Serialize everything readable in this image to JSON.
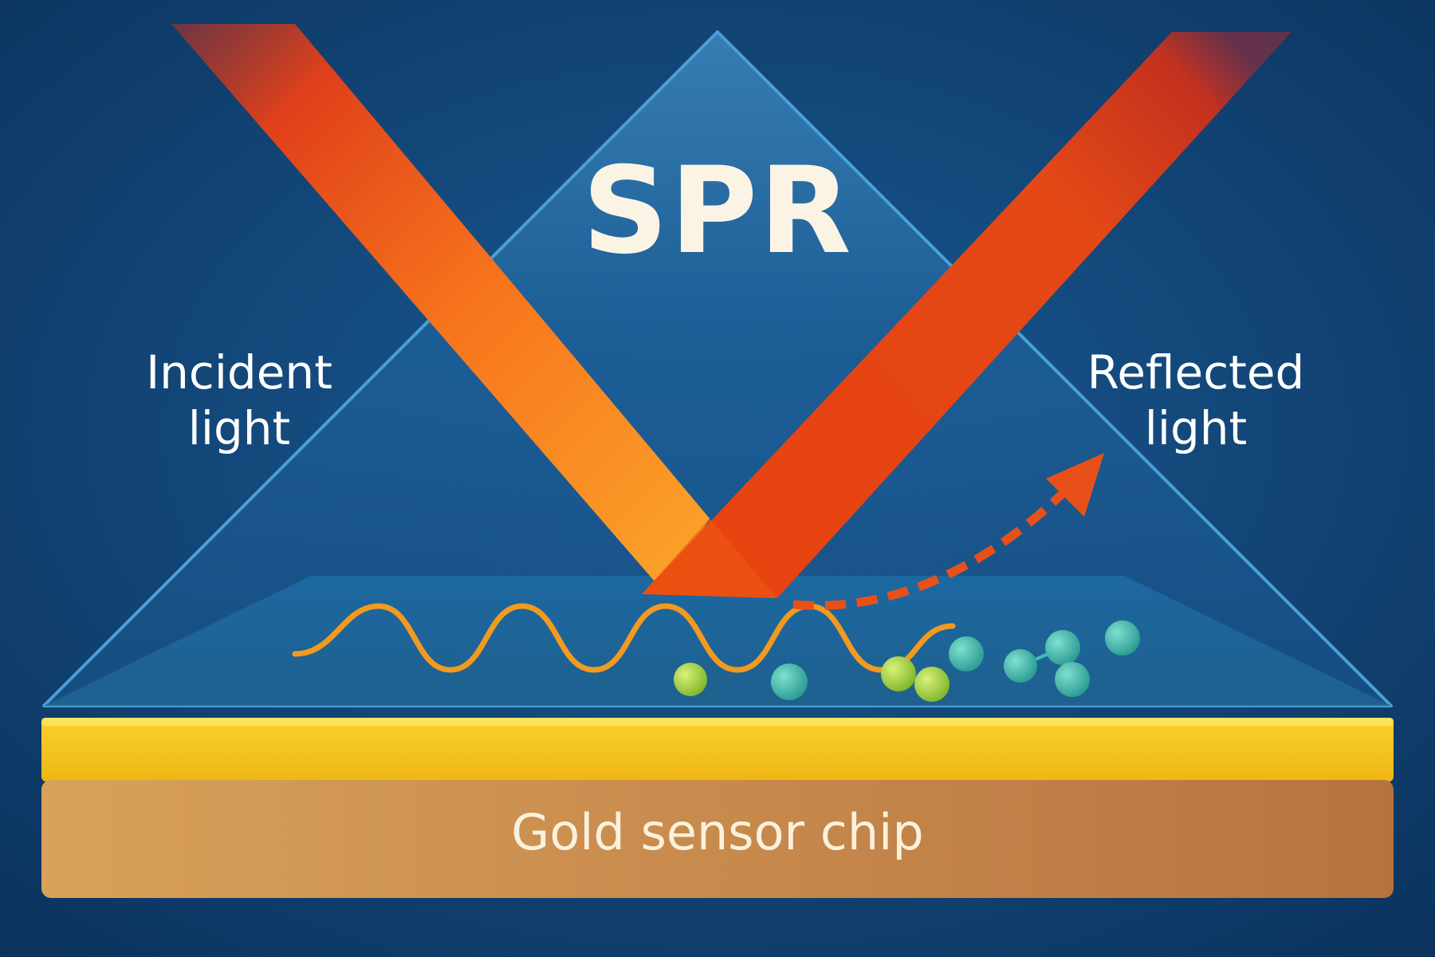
{
  "title": "SPR",
  "incident_label": "Incident\nlight",
  "reflected_label": "Reflected\nlight",
  "chip_label": "Gold sensor chip",
  "colors": {
    "background": "#0e3d6e",
    "prism": "#1a5d96",
    "beam_orange": "#f7931e",
    "beam_red": "#e8420f",
    "gold_layer": "#f5c518",
    "chip_base": "#c98b4f",
    "wave": "#f29a1f",
    "molecule_green": "#9ed13c",
    "molecule_teal": "#3fc1ad"
  },
  "icons": [
    "surface-wave-icon",
    "binding-molecule-icon",
    "dashed-arrow-icon"
  ]
}
